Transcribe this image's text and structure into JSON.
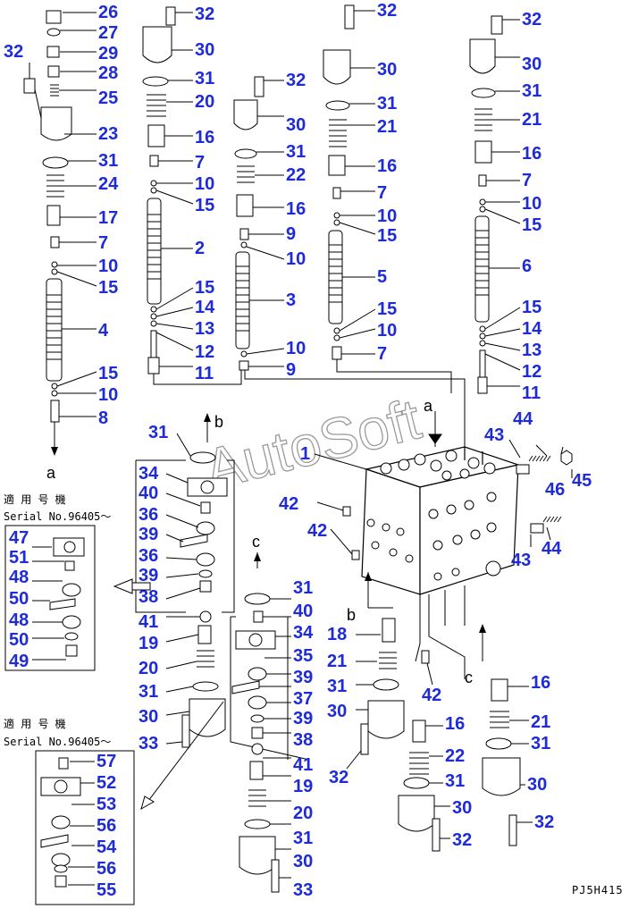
{
  "serial_label_jp": "適 用 号 機",
  "serial_label": "Serial No.96405〜",
  "drawing_code": "PJ5H415",
  "watermark": "AutoSoft",
  "callout_color": "#1e2bd6",
  "arrows": {
    "a": "a",
    "b": "b",
    "c": "c"
  },
  "callouts": {
    "n1": "1",
    "n2": "2",
    "n3": "3",
    "n4": "4",
    "n5": "5",
    "n6": "6",
    "n7": "7",
    "n8": "8",
    "n9": "9",
    "n10": "10",
    "n11": "11",
    "n12": "12",
    "n13": "13",
    "n14": "14",
    "n15": "15",
    "n16": "16",
    "n17": "17",
    "n18": "18",
    "n19": "19",
    "n20": "20",
    "n21": "21",
    "n22": "22",
    "n23": "23",
    "n24": "24",
    "n25": "25",
    "n26": "26",
    "n27": "27",
    "n28": "28",
    "n29": "29",
    "n30": "30",
    "n31": "31",
    "n32": "32",
    "n33": "33",
    "n34": "34",
    "n35": "35",
    "n36": "36",
    "n37": "37",
    "n38": "38",
    "n39": "39",
    "n40": "40",
    "n41": "41",
    "n42": "42",
    "n43": "43",
    "n44": "44",
    "n45": "45",
    "n46": "46",
    "n47": "47",
    "n48": "48",
    "n49": "49",
    "n50": "50",
    "n51": "51",
    "n52": "52",
    "n53": "53",
    "n54": "54",
    "n55": "55",
    "n56": "56",
    "n57": "57"
  }
}
